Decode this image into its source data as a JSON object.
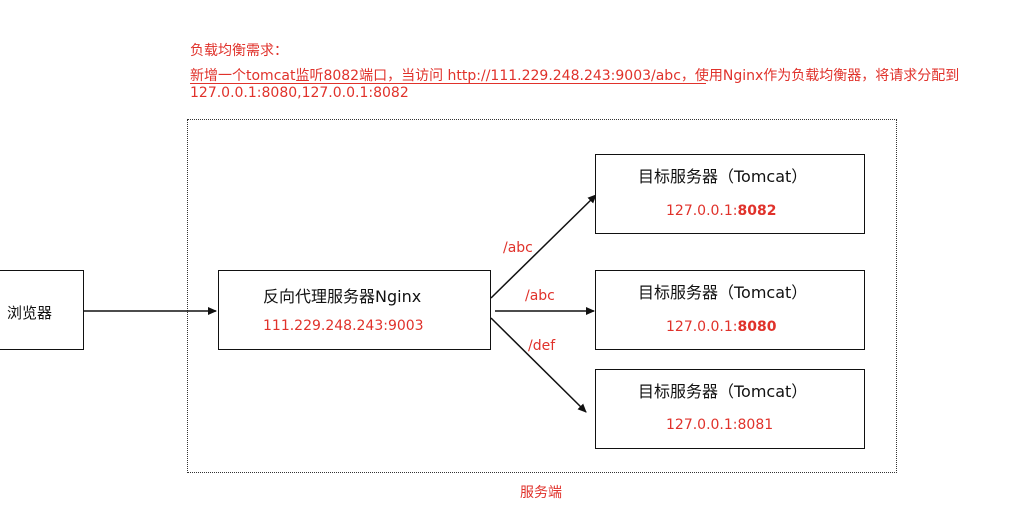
{
  "requirement": {
    "title": "负载均衡需求：",
    "line1": "新增一个tomcat监听8082端口，当访问 http://111.229.248.243:9003/abc，使用Nginx作为负载均衡器，将请求分配到",
    "line2": "127.0.0.1:8080,127.0.0.1:8082"
  },
  "browser": {
    "label": "浏览器"
  },
  "proxy": {
    "title": "反向代理服务器Nginx",
    "address": "111.229.248.243:9003"
  },
  "targets": [
    {
      "title": "目标服务器（Tomcat）",
      "address_prefix": "127.0.0.1:",
      "port": "8082",
      "port_bold": true
    },
    {
      "title": "目标服务器（Tomcat）",
      "address_prefix": "127.0.0.1:",
      "port": "8080",
      "port_bold": true
    },
    {
      "title": "目标服务器（Tomcat）",
      "address_prefix": "127.0.0.1:",
      "port": "8081",
      "port_bold": false
    }
  ],
  "routes": [
    "/abc",
    "/abc",
    "/def"
  ],
  "server_region_label": "服务端",
  "colors": {
    "accent": "#e0322b",
    "stroke": "#111111"
  }
}
